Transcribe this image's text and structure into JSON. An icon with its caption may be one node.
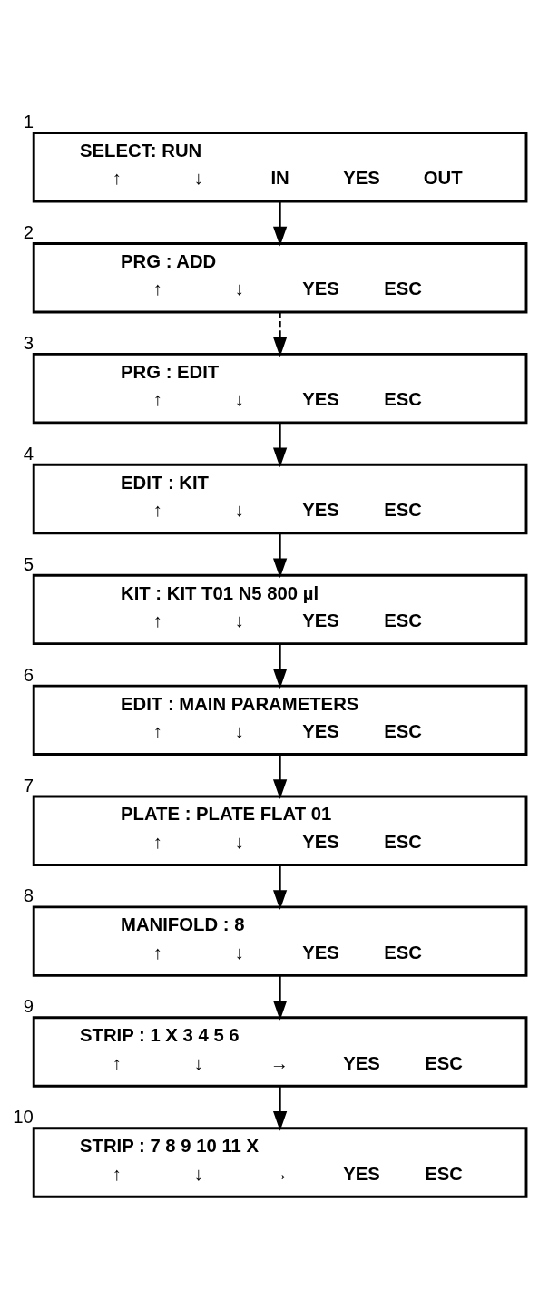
{
  "diagram": {
    "nodes": [
      {
        "text": [
          "SELECT: RUN",
          "↑",
          "↓",
          "IN",
          "YES",
          "OUT"
        ],
        "beside": [
          "1"
        ]
      },
      {
        "text": [
          "PRG : ADD",
          "↑",
          "↓",
          "YES",
          "ESC"
        ],
        "beside": [
          "2"
        ]
      },
      {
        "text": [
          "PRG : EDIT",
          "↑",
          "↓",
          "YES",
          "ESC"
        ],
        "beside": [
          "3"
        ]
      },
      {
        "text": [
          "EDIT : KIT",
          "↑",
          "↓",
          "YES",
          "ESC"
        ],
        "beside": [
          "4"
        ]
      },
      {
        "text": [
          "KIT : KIT T01 N5 800 µl",
          "↑",
          "↓",
          "YES",
          "ESC"
        ],
        "beside": [
          "5"
        ]
      },
      {
        "text": [
          "EDIT : MAIN PARAMETERS",
          "↑",
          "↓",
          "YES",
          "ESC"
        ],
        "beside": [
          "6"
        ]
      },
      {
        "text": [
          "PLATE : PLATE FLAT 01",
          "↑",
          "↓",
          "YES",
          "ESC"
        ],
        "beside": [
          "7"
        ]
      },
      {
        "text": [
          "MANIFOLD : 8",
          "↑",
          "↓",
          "YES",
          "ESC"
        ],
        "beside": [
          "8"
        ]
      },
      {
        "text": [
          "STRIP : 1 X 3 4 5 6",
          "↑",
          "↓",
          "→",
          "YES",
          "ESC"
        ],
        "beside": [
          "9"
        ]
      },
      {
        "text": [
          "STRIP : 7 8 9 10 11 X",
          "↑",
          "↓",
          "→",
          "YES",
          "ESC"
        ],
        "beside": [
          "10"
        ]
      }
    ],
    "edges": [
      {
        "from": 0,
        "to": 1,
        "arrow": "to"
      },
      {
        "from": 1,
        "to": 2,
        "arrow": "to",
        "style": "dashed"
      },
      {
        "from": 2,
        "to": 3,
        "arrow": "to"
      },
      {
        "from": 3,
        "to": 4,
        "arrow": "to"
      },
      {
        "from": 4,
        "to": 5,
        "arrow": "to"
      },
      {
        "from": 5,
        "to": 6,
        "arrow": "to"
      },
      {
        "from": 6,
        "to": 7,
        "arrow": "to"
      },
      {
        "from": 7,
        "to": 8,
        "arrow": "to"
      },
      {
        "from": 8,
        "to": 9,
        "arrow": "to"
      }
    ]
  }
}
